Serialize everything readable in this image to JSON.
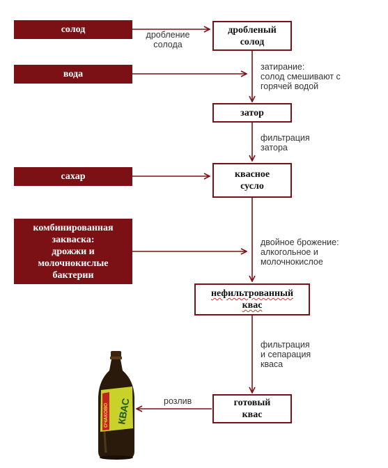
{
  "inputs": {
    "malt": "солод",
    "water": "вода",
    "sugar": "сахар",
    "starter": "комбинированная\nзакваска:\nдрожжи и\nмолочнокислые\nбактерии"
  },
  "products": {
    "crushed_malt": "дробленый\nсолод",
    "mash": "затор",
    "wort": "квасное\nсусло",
    "unfiltered_kvass": "нефильтрованный\nквас",
    "finished_kvass": "готовый\nквас"
  },
  "steps": {
    "crushing": "дробление\nсолода",
    "mashing": "затирание:\nсолод смешивают с\nгорячей водой",
    "wort_filtration": "фильтрация\nзатора",
    "fermentation": "двойное брожение:\nалкогольное и\nмолочнокислое",
    "separation": "фильтрация\nи сепарация\nкваса",
    "bottling": "розлив"
  },
  "bottle": {
    "label_text": "КВАС",
    "brand_text": "ОЧАКОВО"
  },
  "colors": {
    "accent": "#7b1015",
    "box_border": "#7b1015",
    "label_text": "#333333"
  }
}
